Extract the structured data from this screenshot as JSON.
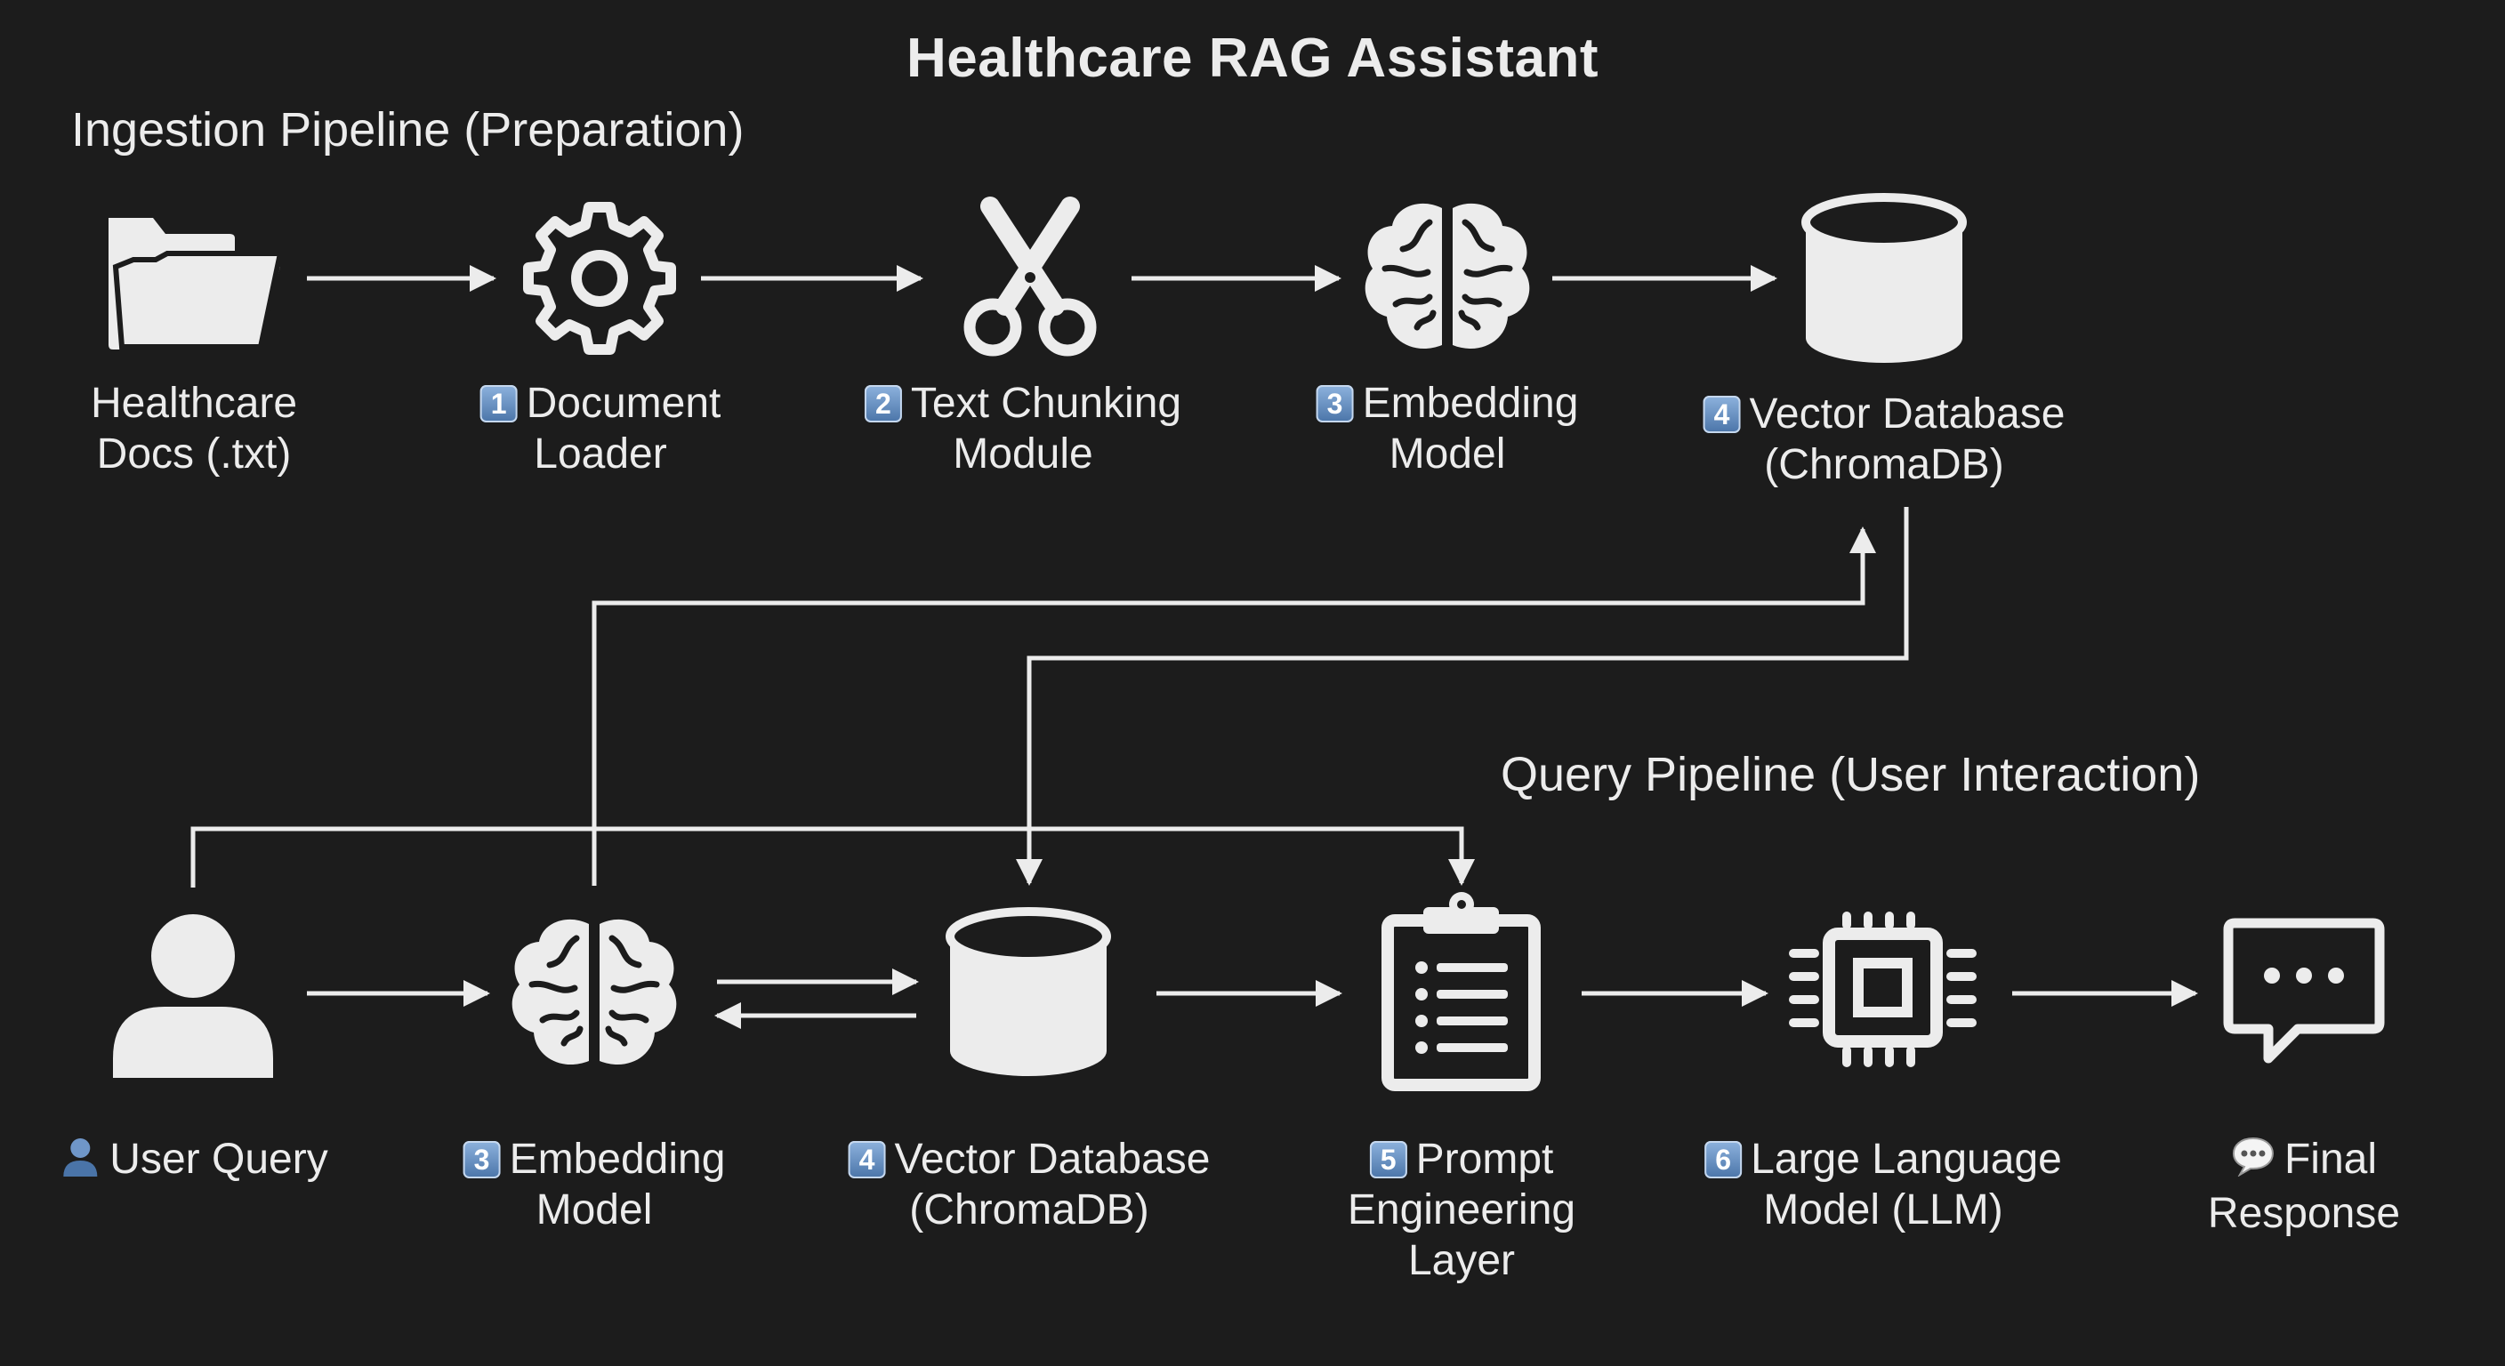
{
  "title": "Healthcare RAG Assistant",
  "ingestion": {
    "heading": "Ingestion Pipeline (Preparation)",
    "nodes": [
      {
        "icon": "folder-icon",
        "badge": "",
        "line1": "Healthcare",
        "line2": "Docs (.txt)"
      },
      {
        "icon": "gear-icon",
        "badge": "1",
        "line1": "Document",
        "line2": "Loader"
      },
      {
        "icon": "scissors-icon",
        "badge": "2",
        "line1": "Text Chunking",
        "line2": "Module"
      },
      {
        "icon": "brain-icon",
        "badge": "3",
        "line1": "Embedding",
        "line2": "Model"
      },
      {
        "icon": "database-icon",
        "badge": "4",
        "line1": "Vector Database",
        "line2": "(ChromaDB)"
      }
    ]
  },
  "query": {
    "heading": "Query Pipeline (User Interaction)",
    "nodes": [
      {
        "icon": "user-icon",
        "badge": "",
        "line1": "User Query",
        "line2": ""
      },
      {
        "icon": "brain-icon",
        "badge": "3",
        "line1": "Embedding",
        "line2": "Model"
      },
      {
        "icon": "database-icon",
        "badge": "4",
        "line1": "Vector Database",
        "line2": "(ChromaDB)"
      },
      {
        "icon": "clipboard-icon",
        "badge": "5",
        "line1": "Prompt",
        "line2": "Engineering",
        "line3": "Layer"
      },
      {
        "icon": "chip-icon",
        "badge": "6",
        "line1": "Large Language",
        "line2": "Model (LLM)"
      },
      {
        "icon": "chat-icon",
        "badge": "",
        "line1": "Final",
        "line2": "Response"
      }
    ]
  },
  "colors": {
    "background": "#1c1c1c",
    "foreground": "#ececec",
    "badge": "#5b84b8"
  }
}
